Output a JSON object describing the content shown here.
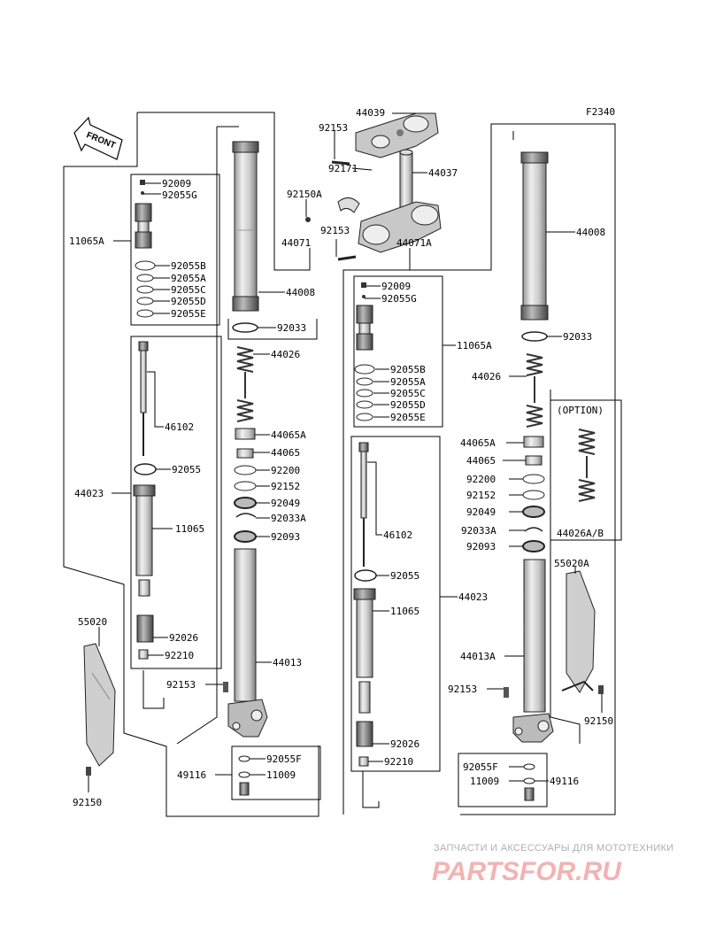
{
  "diagram": {
    "code": "F2340",
    "front_label": "FRONT",
    "option_label": "(OPTION)",
    "labels": {
      "p44039": "44039",
      "p92153a": "92153",
      "p92171": "92171",
      "p44037": "44037",
      "p92150a": "92150A",
      "p92153b": "92153",
      "p44071": "44071",
      "p44071a": "44071A",
      "l92009": "92009",
      "l92055g": "92055G",
      "l11065a": "11065A",
      "l92055b": "92055B",
      "l92055a": "92055A",
      "l92055c": "92055C",
      "l92055d": "92055D",
      "l92055e": "92055E",
      "l44008": "44008",
      "l92033": "92033",
      "l44026": "44026",
      "l46102": "46102",
      "l44065a": "44065A",
      "l44065": "44065",
      "l92055": "92055",
      "l92200": "92200",
      "l44023": "44023",
      "l92152": "92152",
      "l92049": "92049",
      "l92033a": "92033A",
      "l11065": "11065",
      "l92093": "92093",
      "l55020": "55020",
      "l92026": "92026",
      "l92210": "92210",
      "l44013": "44013",
      "l92153": "92153",
      "l92055f": "92055F",
      "l49116": "49116",
      "l11009": "11009",
      "l92150": "92150",
      "r92009": "92009",
      "r92055g": "92055G",
      "r11065a": "11065A",
      "r92055b": "92055B",
      "r92055a": "92055A",
      "r92055c": "92055C",
      "r92055d": "92055D",
      "r92055e": "92055E",
      "r44008": "44008",
      "r92033": "92033",
      "r44026": "44026",
      "r44065a": "44065A",
      "r44065": "44065",
      "r92200": "92200",
      "r92152": "92152",
      "r92049": "92049",
      "r92033a": "92033A",
      "r92093": "92093",
      "r46102": "46102",
      "r92055": "92055",
      "r44023": "44023",
      "r11065": "11065",
      "r44013a": "44013A",
      "r92026": "92026",
      "r92210": "92210",
      "r92153": "92153",
      "r92055f": "92055F",
      "r11009": "11009",
      "r49116": "49116",
      "r55020a": "55020A",
      "r92150": "92150",
      "r44026ab": "44026A/B"
    }
  },
  "watermark": {
    "caption": "ЗАПЧАСТИ И АКСЕССУАРЫ ДЛЯ МОТОТЕХНИКИ",
    "brand": "PARTSFOR.RU"
  },
  "colors": {
    "line": "#000000",
    "part_fill": "#d9d9d9",
    "part_dark": "#8a8a8a",
    "watermark_brand": "#f2b3b3"
  }
}
